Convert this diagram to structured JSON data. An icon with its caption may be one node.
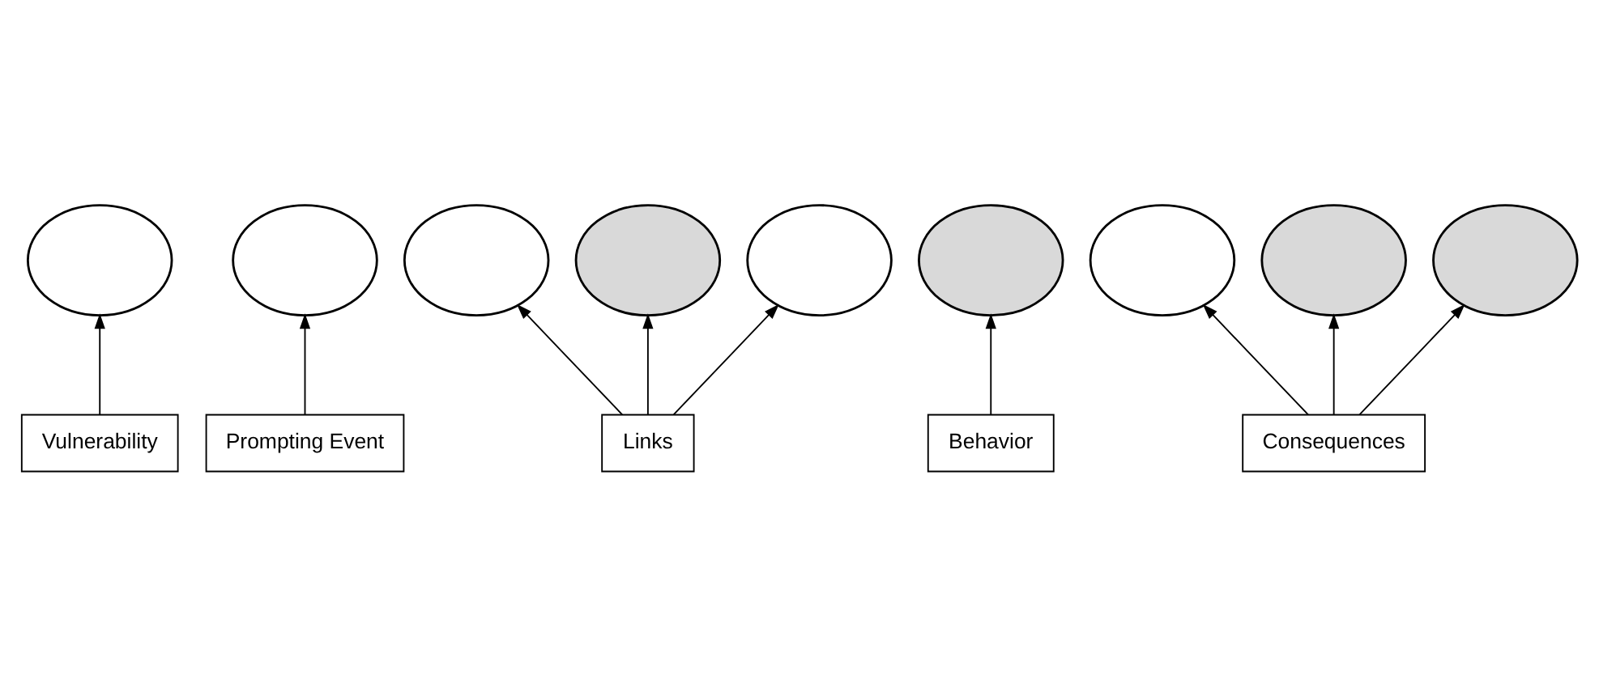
{
  "diagram": {
    "nodes": [
      {
        "text": [],
        "shape": "ellipse"
      },
      {
        "text": [],
        "shape": "ellipse"
      },
      {
        "text": [],
        "shape": "ellipse"
      },
      {
        "text": [],
        "shape": "ellipse"
      },
      {
        "text": [],
        "shape": "ellipse"
      },
      {
        "text": [],
        "shape": "ellipse"
      },
      {
        "text": [],
        "shape": "ellipse"
      },
      {
        "text": [],
        "shape": "ellipse"
      },
      {
        "text": [],
        "shape": "ellipse"
      },
      {
        "text": [
          "Vulnerability"
        ]
      },
      {
        "text": [
          "Prompting Event"
        ]
      },
      {
        "text": [
          "Links"
        ]
      },
      {
        "text": [
          "Behavior"
        ]
      },
      {
        "text": [
          "Consequences"
        ]
      }
    ],
    "edges": [
      {
        "from": 9,
        "to": 0,
        "arrow": "to"
      },
      {
        "from": 10,
        "to": 1,
        "arrow": "to"
      },
      {
        "from": 11,
        "to": 2,
        "arrow": "to"
      },
      {
        "from": 11,
        "to": 3,
        "arrow": "to"
      },
      {
        "from": 11,
        "to": 4,
        "arrow": "to"
      },
      {
        "from": 12,
        "to": 5,
        "arrow": "to"
      },
      {
        "from": 13,
        "to": 6,
        "arrow": "to"
      },
      {
        "from": 13,
        "to": 7,
        "arrow": "to"
      },
      {
        "from": 13,
        "to": 8,
        "arrow": "to"
      }
    ]
  }
}
